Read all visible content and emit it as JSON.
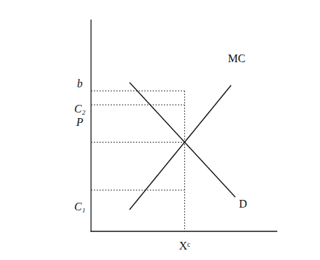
{
  "diagram": {
    "labels": [
      "MC",
      "b",
      "C₂",
      "P",
      "C₁",
      "D",
      "Xᶜ"
    ]
  }
}
